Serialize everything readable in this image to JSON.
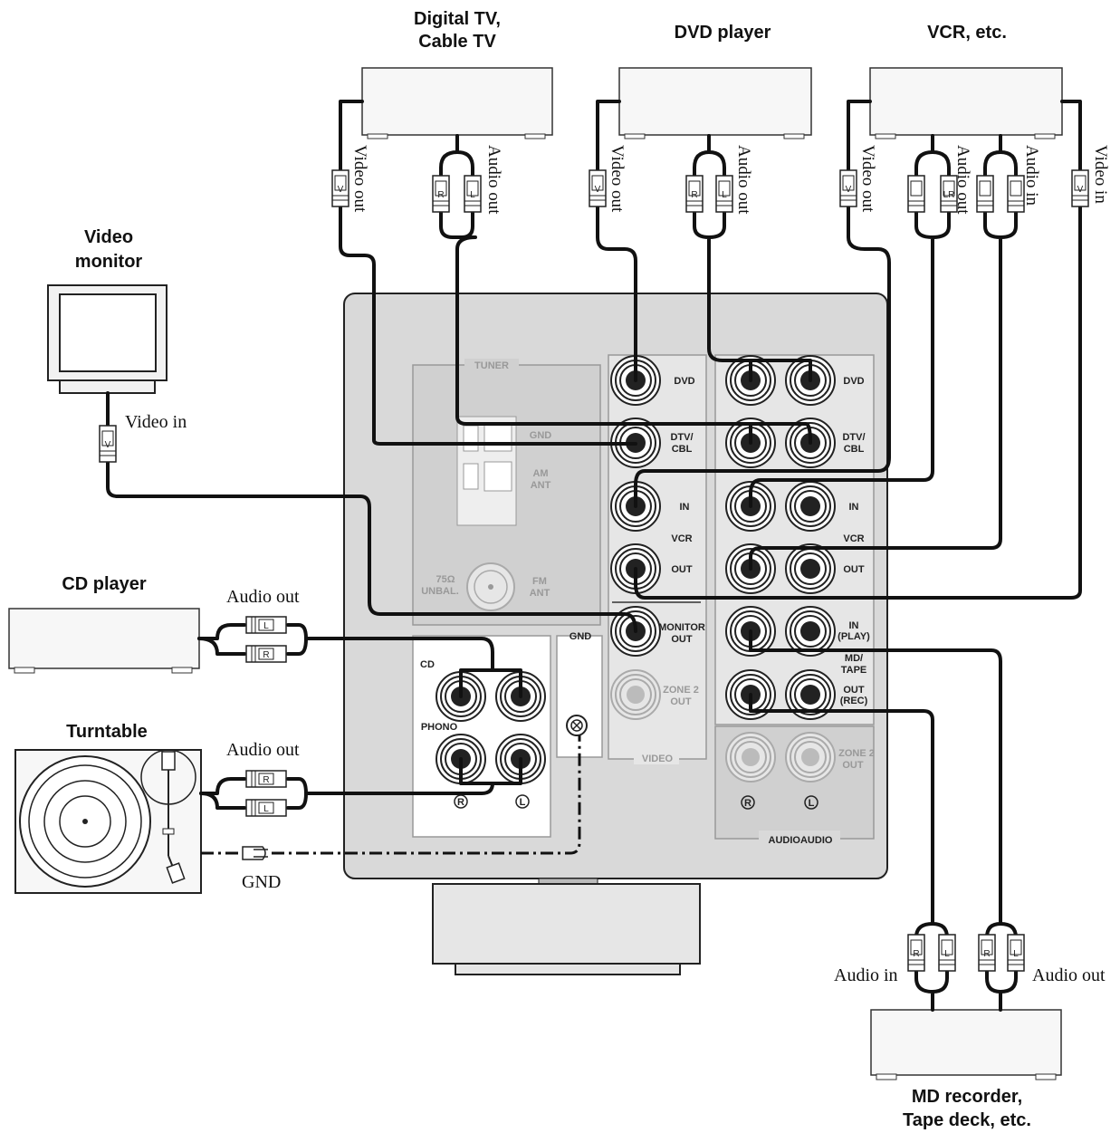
{
  "devices": {
    "digital_tv": "Digital TV,",
    "cable_tv": "Cable TV",
    "dvd_player": "DVD player",
    "vcr": "VCR, etc.",
    "video_monitor_1": "Video",
    "video_monitor_2": "monitor",
    "cd_player": "CD player",
    "turntable": "Turntable",
    "md_recorder_1": "MD recorder,",
    "md_recorder_2": "Tape deck, etc."
  },
  "cable_labels": {
    "video_out": "Video out",
    "audio_out": "Audio out",
    "audio_in": "Audio in",
    "video_in": "Video in",
    "gnd": "GND"
  },
  "plugs": {
    "v": "V",
    "r": "R",
    "l": "L",
    "lr": "LR"
  },
  "panel": {
    "tuner": "TUNER",
    "gnd_small": "GND",
    "am": "AM",
    "ant": "ANT",
    "ohm": "75Ω",
    "unbal": "UNBAL.",
    "fm": "FM",
    "dvd": "DVD",
    "dtv": "DTV/",
    "cbl": "CBL",
    "in": "IN",
    "vcr": "VCR",
    "out": "OUT",
    "monitor": "MONITOR",
    "monitor_out": "OUT",
    "zone2": "ZONE 2",
    "zone2_out": "OUT",
    "video": "VIDEO",
    "play": "(PLAY)",
    "md": "MD/",
    "tape": "TAPE",
    "rec": "(REC)",
    "cd": "CD",
    "phono": "PHONO",
    "gnd_label": "GND",
    "r_mark": "R",
    "l_mark": "L",
    "audio": "AUDIOAUDIO"
  }
}
